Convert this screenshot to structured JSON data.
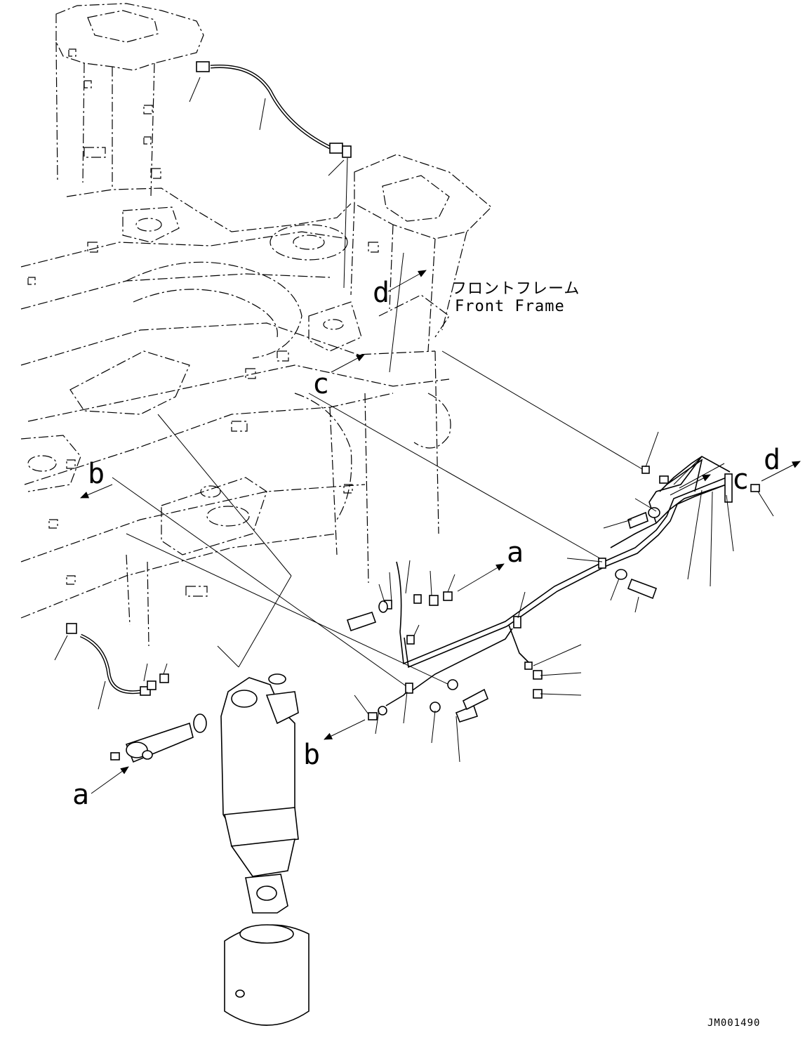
{
  "callouts": {
    "a_lower": "a",
    "a_upper": "a",
    "b_left": "b",
    "b_lower": "b",
    "c_middle": "c",
    "c_right": "c",
    "d_middle": "d",
    "d_right": "d"
  },
  "frame_label": {
    "japanese": "フロントフレーム",
    "english": "Front Frame"
  },
  "drawing_number": "JM001490"
}
